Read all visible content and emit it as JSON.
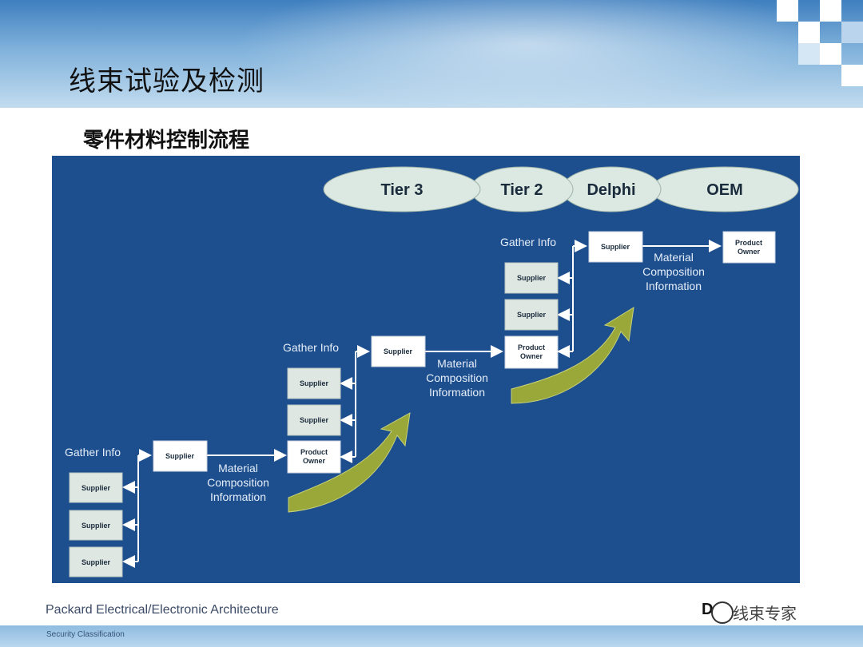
{
  "slide": {
    "title": "线束试验及检测",
    "subtitle": "零件材料控制流程",
    "footer": "Packard Electrical/Electronic Architecture",
    "classification": "Security Classification",
    "logo_text": "D",
    "watermark": "线束专家"
  },
  "tiers": [
    "Tier 3",
    "Tier 2",
    "Delphi",
    "OEM"
  ],
  "labels": {
    "gather": "Gather Info",
    "supplier": "Supplier",
    "product_owner": [
      "Product",
      "Owner"
    ],
    "material": [
      "Material",
      "Composition",
      "Information"
    ]
  },
  "colors": {
    "panel": "#1d4f8f",
    "box": "#ffffff",
    "box_shaded": "#dfe7e2",
    "tier_oval": "#dce8e2",
    "arrow": "#9aa83a",
    "text_light": "#e6eef8"
  }
}
